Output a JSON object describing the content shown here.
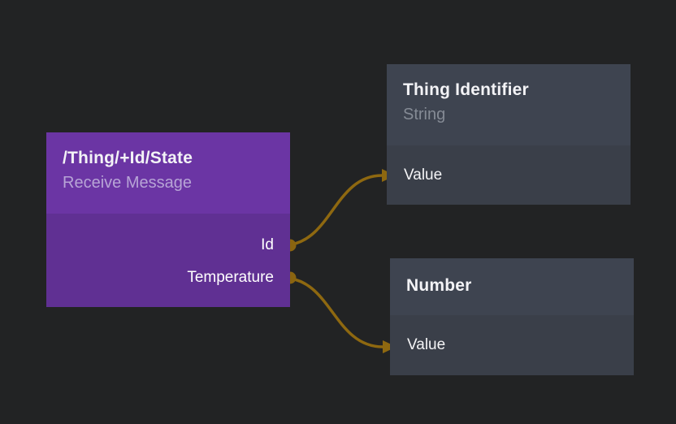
{
  "colors": {
    "background": "#222324",
    "wire": "#8e6810",
    "port": "#8a6410",
    "purple_node_header": "#6b35a4",
    "purple_node_body": "#603093",
    "gray_node_header": "#3e4450",
    "gray_node_body": "#3a3f49"
  },
  "nodes": {
    "receive_message": {
      "title": "/Thing/+Id/State",
      "subtitle": "Receive Message",
      "outputs": [
        {
          "label": "Id"
        },
        {
          "label": "Temperature"
        }
      ]
    },
    "thing_identifier": {
      "title": "Thing Identifier",
      "subtitle": "String",
      "inputs": [
        {
          "label": "Value"
        }
      ]
    },
    "number": {
      "title": "Number",
      "inputs": [
        {
          "label": "Value"
        }
      ]
    }
  },
  "edges": [
    {
      "from_node": "receive_message",
      "from_port": "Id",
      "to_node": "thing_identifier",
      "to_port": "Value"
    },
    {
      "from_node": "receive_message",
      "from_port": "Temperature",
      "to_node": "number",
      "to_port": "Value"
    }
  ]
}
